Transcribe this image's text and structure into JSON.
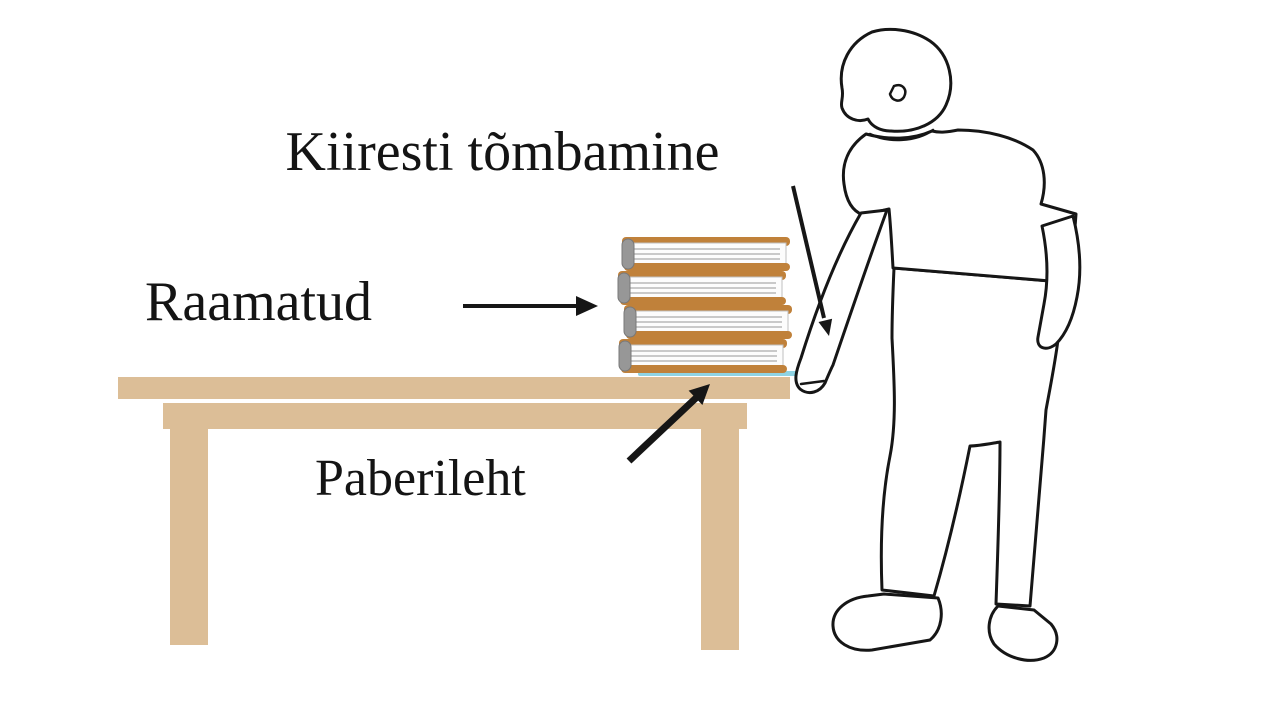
{
  "diagram": {
    "title_context": "Physics diagram: quickly pulling a paper sheet from under a stack of books",
    "labels": {
      "fast_pull": "Kiiresti tõmbamine",
      "books": "Raamatud",
      "paper": "Paberileht"
    },
    "colors": {
      "background": "#ffffff",
      "table_wood": "#dcbe97",
      "book_cover": "#c0813a",
      "book_pages": "#fcfcfc",
      "paper_sheet": "#8fd4e4",
      "outline": "#161616"
    }
  }
}
